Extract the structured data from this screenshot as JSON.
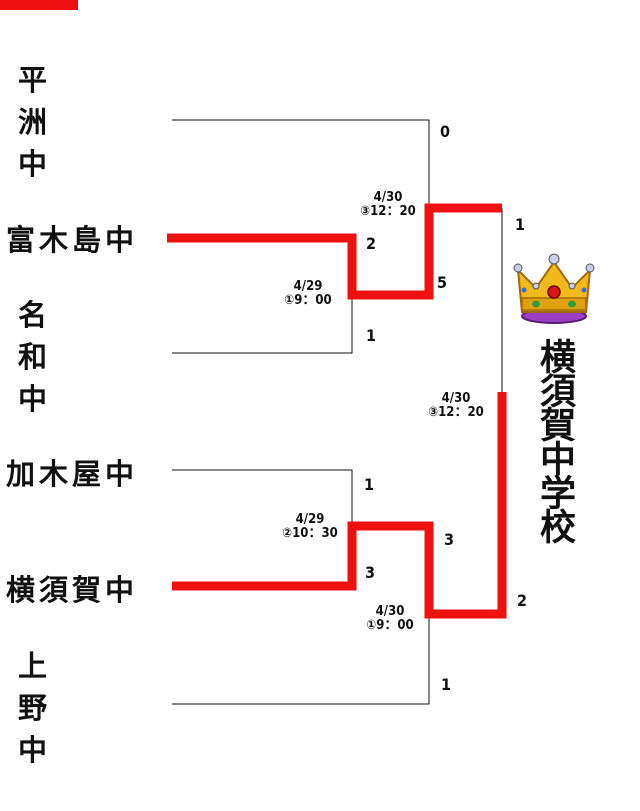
{
  "teams": [
    "平 洲 中",
    "富木島中",
    "名 和 中",
    "加木屋中",
    "横須賀中",
    "上 野 中"
  ],
  "scores": {
    "s1": "0",
    "s2": "2",
    "s3": "5",
    "s4": "1",
    "s5": "1",
    "s6": "1",
    "s7": "3",
    "s8": "3",
    "s9": "2",
    "s10": "1"
  },
  "schedule": {
    "m1": {
      "date": "4/29",
      "slot": "①9：00"
    },
    "m2": {
      "date": "4/30",
      "slot": "③12：20"
    },
    "m3": {
      "date": "4/29",
      "slot": "②10：30"
    },
    "m4": {
      "date": "4/30",
      "slot": "①9：00"
    },
    "m5": {
      "date": "4/30",
      "slot": "③12：20"
    }
  },
  "champion": "横須賀中学校",
  "colors": {
    "winner_line": "#ee1111",
    "loser_line": "#111111"
  },
  "icons": [
    "crown-icon"
  ]
}
